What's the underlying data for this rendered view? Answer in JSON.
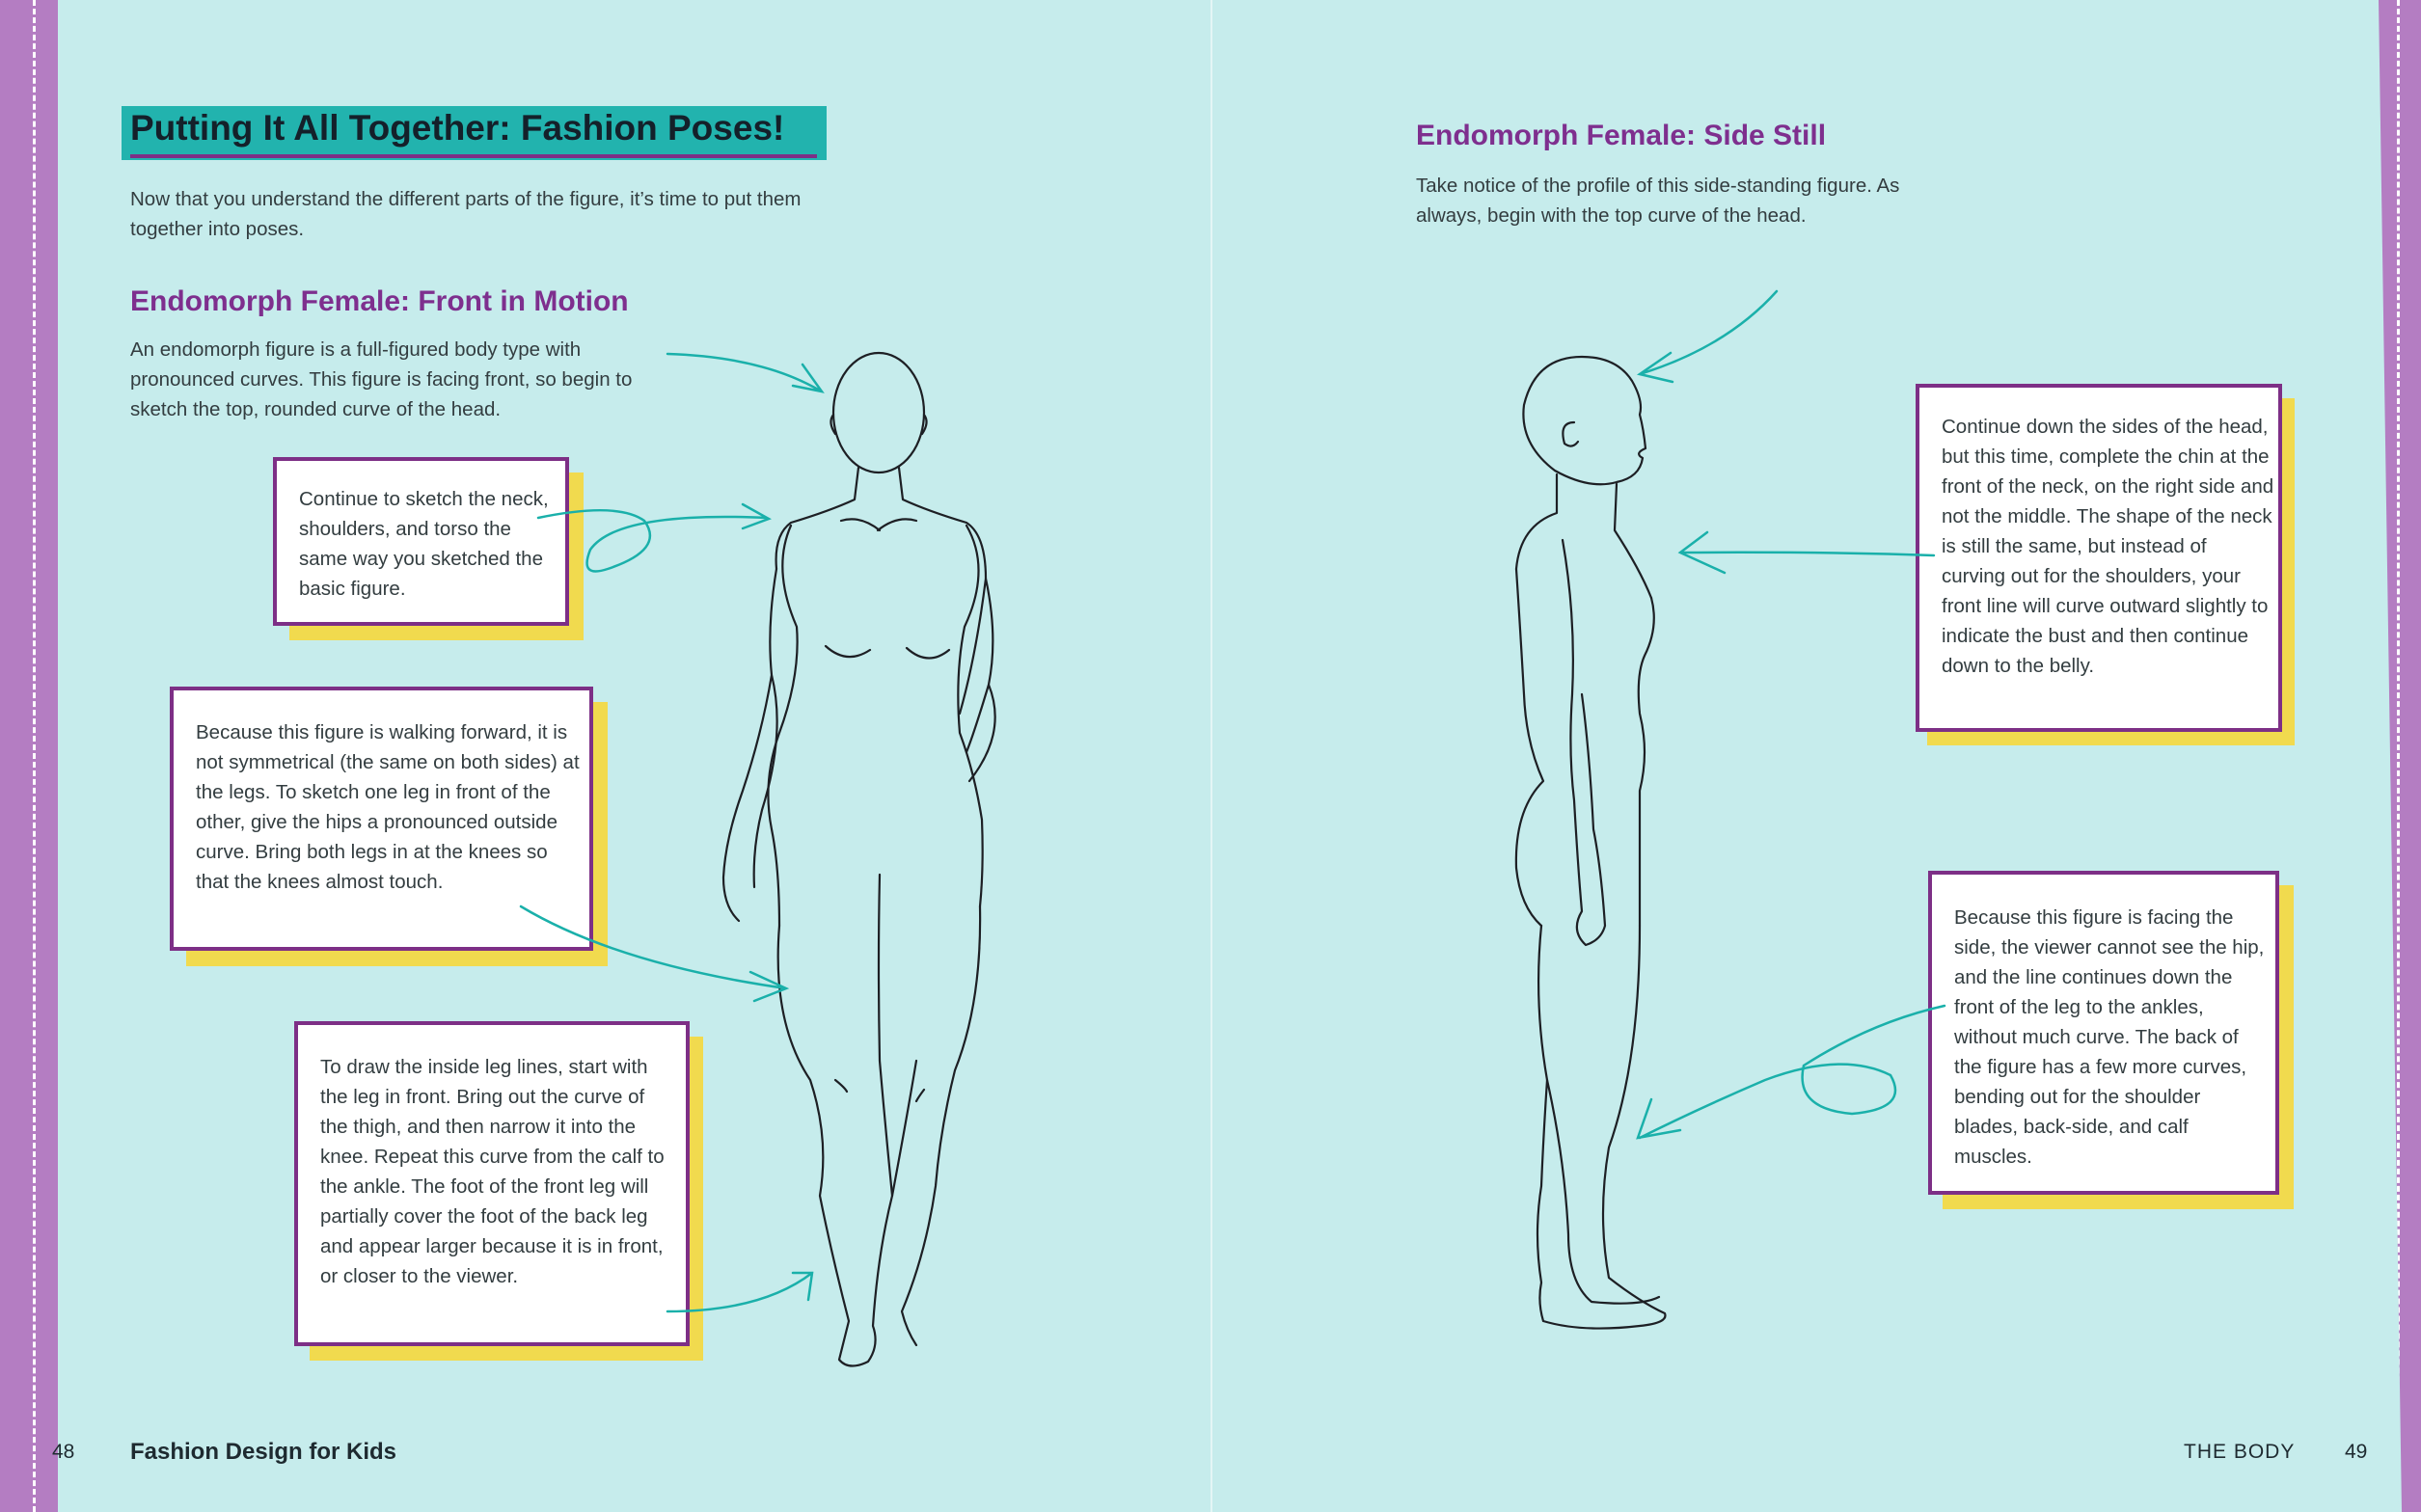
{
  "left_page": {
    "title": "Putting It All Together: Fashion Poses!",
    "intro": "Now that you understand the different parts of the figure, it’s time to put them together into poses.",
    "section_heading": "Endomorph Female: Front in Motion",
    "section_text": "An endomorph figure is a full-figured body type with pronounced curves. This figure is facing front, so begin to sketch the top, rounded curve of the head.",
    "callouts": [
      "Continue to sketch the neck, shoulders, and torso the same way you sketched the basic figure.",
      "Because this figure is walking forward, it is not symmetrical (the same on both sides) at the legs. To sketch one leg in front of the other, give the hips a pronounced outside curve. Bring both legs in at the knees so that the knees almost touch.",
      "To draw the inside leg lines, start with the leg in front. Bring out the curve of the thigh, and then narrow it into the knee. Repeat this curve from the calf to the ankle. The foot of the front leg will partially cover the foot of the back leg and appear larger because it is in front, or closer to the viewer."
    ],
    "page_number": "48",
    "book_title": "Fashion Design for Kids"
  },
  "right_page": {
    "section_heading": "Endomorph Female: Side Still",
    "section_text": "Take notice of the profile of this side-standing figure. As always, begin with the top curve of the head.",
    "callouts": [
      "Continue down the sides of the head, but this time, complete the chin at the front of the neck, on the right side and not the middle. The shape of the neck is still the same, but instead of curving out for the shoulders, your front line will curve outward slightly to indicate the bust and then continue down to the belly.",
      "Because this figure is facing the side, the viewer cannot see the hip, and the line continues down the front of the leg to the ankles, without much curve. The back of the figure has a few more curves, bending out for the shoulder blades, back-side, and calf muscles."
    ],
    "section_label": "THE BODY",
    "page_number": "49"
  },
  "colors": {
    "page_background": "#c6ecec",
    "title_band": "#22b3ae",
    "heading_purple": "#7e2f8e",
    "box_border": "#7d2f86",
    "box_shadow": "#f1da4e",
    "arrow_teal": "#1ab0aa",
    "edge_purple": "#b47dc2"
  },
  "icons": [
    "front-arrow-icon",
    "side-arrow-icon"
  ]
}
